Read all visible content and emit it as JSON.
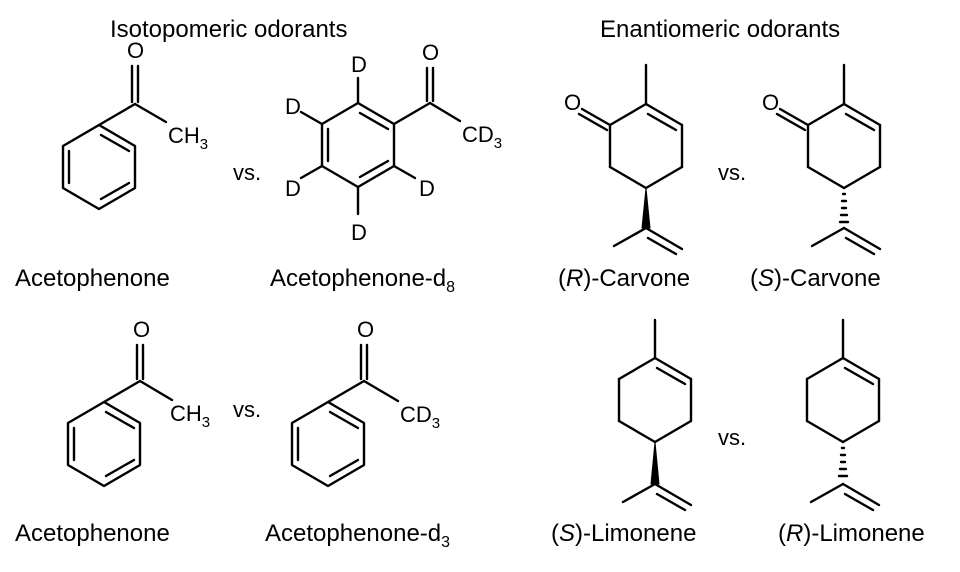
{
  "headers": {
    "isotopomeric": "Isotopomeric odorants",
    "enantiomeric": "Enantiomeric odorants"
  },
  "vs": "vs.",
  "names": {
    "acetophenone_1": "Acetophenone",
    "acetophenone_d8": "Acetophenone-d",
    "d8_sub": "8",
    "acetophenone_2": "Acetophenone",
    "acetophenone_d3": "Acetophenone-d",
    "d3_sub": "3",
    "r_carvone_config": "R",
    "r_carvone": ")-Carvone",
    "s_carvone_config": "S",
    "s_carvone": ")-Carvone",
    "s_limonene_config": "S",
    "s_limonene": ")-Limonene",
    "r_limonene_config": "R",
    "r_limonene": ")-Limonene"
  },
  "atoms": {
    "oxygen": "O",
    "deuterium": "D",
    "ch3_c": "CH",
    "cd3_c": "CD",
    "three": "3"
  }
}
